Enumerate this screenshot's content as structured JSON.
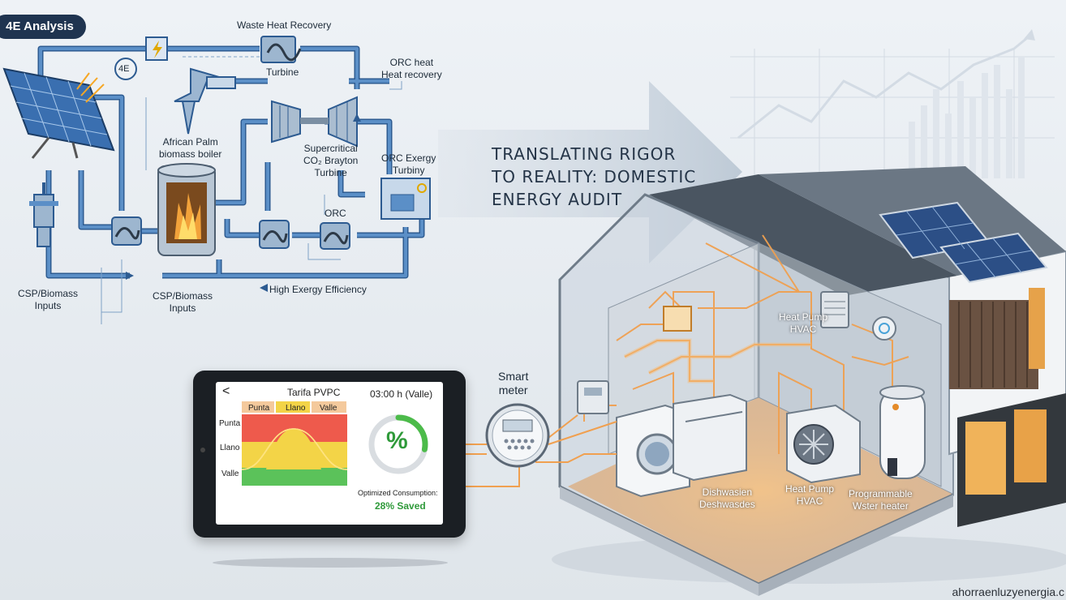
{
  "badge": "4E Analysis",
  "cycle": {
    "icon_4e": "4E",
    "waste_heat": "Waste Heat Recovery",
    "turbine": "Turbine",
    "orc_heat_1": "ORC heat",
    "orc_heat_2": "Heat recovery",
    "palm_1": "African Palm",
    "palm_2": "biomass boiler",
    "sco2_1": "Supercritical",
    "sco2_2": "CO₂ Brayton",
    "sco2_3": "Turbine",
    "orc_exergy_1": "ORC Exergy",
    "orc_exergy_2": "Turbiny",
    "orc": "ORC",
    "high_exergy": "High Exergy Efficiency",
    "csp1_1": "CSP/Biomass",
    "csp1_2": "Inputs",
    "csp2_1": "CSP/Biomass",
    "csp2_2": "Inputs"
  },
  "title_lines": [
    "TRANSLATING RIGOR",
    "TO REALITY: DOMESTIC",
    "ENERGY AUDIT"
  ],
  "tablet": {
    "back": "<",
    "tariff_title": "Tarifa PVPC",
    "time": "03:00 h (Valle)",
    "col_labels": [
      "Punta",
      "Llano",
      "Valle"
    ],
    "row_labels": [
      "Punta",
      "Llano",
      "Valle"
    ],
    "percent_symbol": "%",
    "optimized_label": "Optimized Consumption:",
    "saved": "28% Saved",
    "gauge_fraction": 0.28
  },
  "smart_meter_1": "Smart",
  "smart_meter_2": "meter",
  "house": {
    "hvac_top_1": "Heat Pump",
    "hvac_top_2": "HVAC",
    "dish_1": "Dishwasien",
    "dish_2": "Deshwasdes",
    "hvac_bottom_1": "Heat Pump",
    "hvac_bottom_2": "HVAC",
    "heater_1": "Programmable",
    "heater_2": "Wster heater"
  },
  "watermark": "ahorraenluzyenergia.c",
  "colors": {
    "pipe": "#5b8fc7",
    "pipe_dark": "#2d5b91",
    "badge": "#1f3450",
    "wire": "#f0a050",
    "red": "#ee5a4c",
    "yellow": "#f3d447",
    "green": "#5bc25a",
    "saved": "#2f9a3a"
  }
}
